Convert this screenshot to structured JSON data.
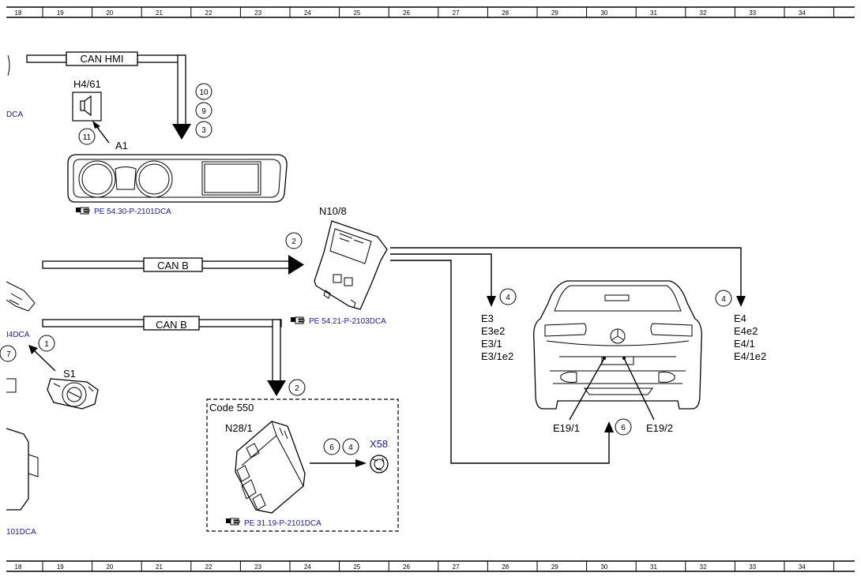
{
  "grid": {
    "columns": [
      "18",
      "19",
      "20",
      "21",
      "22",
      "23",
      "24",
      "25",
      "26",
      "27",
      "28",
      "29",
      "30",
      "31",
      "32",
      "33",
      "34"
    ]
  },
  "buses": {
    "can_hmi": "CAN HMI",
    "can_b_top": "CAN B",
    "can_b_bottom": "CAN B"
  },
  "components": {
    "h4_61": "H4/61",
    "a1": "A1",
    "n10_8": "N10/8",
    "s1": "S1",
    "n28_1": "N28/1",
    "x58": "X58",
    "e19_1": "E19/1",
    "e19_2": "E19/2"
  },
  "e3_group": [
    "E3",
    "E3e2",
    "E3/1",
    "E3/1e2"
  ],
  "e4_group": [
    "E4",
    "E4e2",
    "E4/1",
    "E4/1e2"
  ],
  "code_box_label": "Code 550",
  "refs": {
    "a1": "PE 54.30-P-2101DCA",
    "n10_8": "PE 54.21-P-2103DCA",
    "n28_1": "PE 31.19-P-2101DCA",
    "left_top": "DCA",
    "left_mid": "I4DCA",
    "left_bottom": "101DCA"
  },
  "callouts": {
    "a1_stack": [
      "10",
      "9",
      "3"
    ],
    "h4_arrow": "11",
    "n10_in": "2",
    "s1": "1",
    "left_clip": "7",
    "n28_in": "2",
    "n28_out": [
      "6",
      "4"
    ],
    "e3": "4",
    "e4": "4",
    "e19": "6"
  }
}
